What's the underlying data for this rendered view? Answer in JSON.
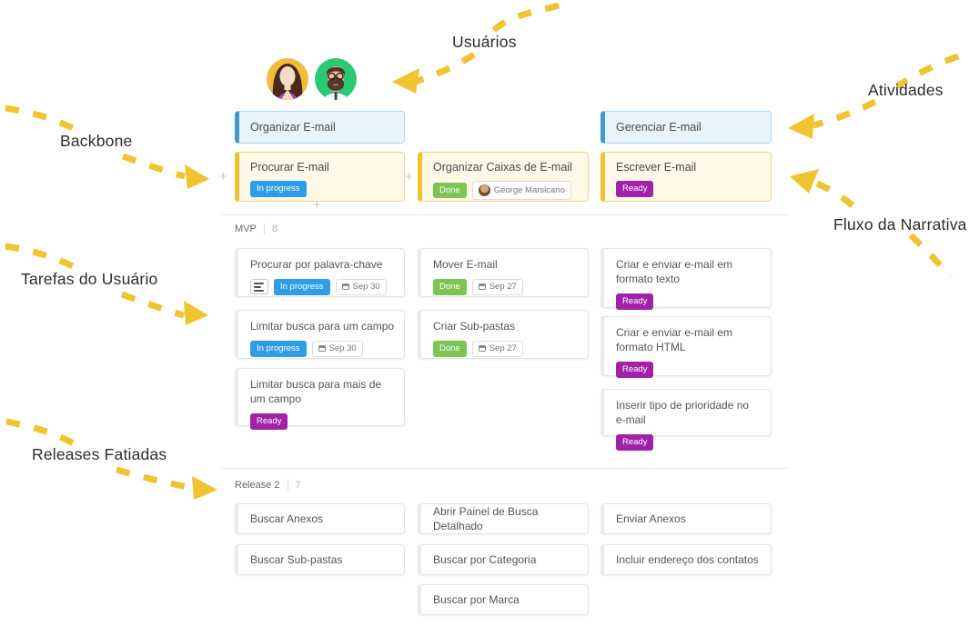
{
  "annotations": {
    "usuarios": "Usuários",
    "atividades": "Atividades",
    "backbone": "Backbone",
    "fluxo_narrativa": "Fluxo da Narrativa",
    "tarefas_usuario": "Tarefas do Usuário",
    "releases_fatiadas": "Releases Fatiadas"
  },
  "icons": {
    "add": "+",
    "avatars": [
      "woman-avatar",
      "man-avatar"
    ]
  },
  "activities": [
    {
      "title": "Organizar E-mail"
    },
    {
      "title": "Gerenciar E-mail"
    }
  ],
  "backbone_cards": [
    {
      "title": "Procurar E-mail",
      "status": "In progress"
    },
    {
      "title": "Organizar Caixas de E-mail",
      "status": "Done",
      "assignee": "George Marsicano"
    },
    {
      "title": "Escrever E-mail",
      "status": "Ready"
    }
  ],
  "sections": [
    {
      "name": "MVP",
      "count": "8",
      "columns": [
        {
          "cards": [
            {
              "title": "Procurar por palavra-chave",
              "status": "In progress",
              "date": "Sep 30",
              "has_description": true
            },
            {
              "title": "Limitar busca para um campo",
              "status": "In progress",
              "date": "Sep 30"
            },
            {
              "title": "Limitar busca para mais de um campo",
              "status": "Ready"
            }
          ]
        },
        {
          "cards": [
            {
              "title": "Mover E-mail",
              "status": "Done",
              "date": "Sep 27"
            },
            {
              "title": "Criar Sub-pastas",
              "status": "Done",
              "date": "Sep 27"
            }
          ]
        },
        {
          "cards": [
            {
              "title": "Criar e enviar e-mail em formato texto",
              "status": "Ready"
            },
            {
              "title": "Criar e enviar e-mail em formato HTML",
              "status": "Ready"
            },
            {
              "title": "Inserir tipo de prioridade no e-mail",
              "status": "Ready"
            }
          ]
        }
      ]
    },
    {
      "name": "Release 2",
      "count": "7",
      "columns": [
        {
          "cards": [
            {
              "title": "Buscar Anexos"
            },
            {
              "title": "Buscar Sub-pastas"
            }
          ]
        },
        {
          "cards": [
            {
              "title": "Abrir Painel de Busca Detalhado"
            },
            {
              "title": "Buscar por Categoria"
            },
            {
              "title": "Buscar por Marca"
            }
          ]
        },
        {
          "cards": [
            {
              "title": "Enviar Anexos"
            },
            {
              "title": "Incluir endereço dos contatos"
            }
          ]
        }
      ]
    }
  ],
  "status_colors": {
    "In progress": "#2f9ce8",
    "Done": "#7dc455",
    "Ready": "#a122a8"
  },
  "colors": {
    "arrow": "#f0c330",
    "activity_bar": "#4198d8",
    "activity_bg": "#e8f4fb",
    "backbone_bar": "#f0c22f",
    "backbone_bg": "#fdf9e6",
    "woman_avatar_bg": "#f2bc3b",
    "man_avatar_bg": "#2bc876"
  }
}
